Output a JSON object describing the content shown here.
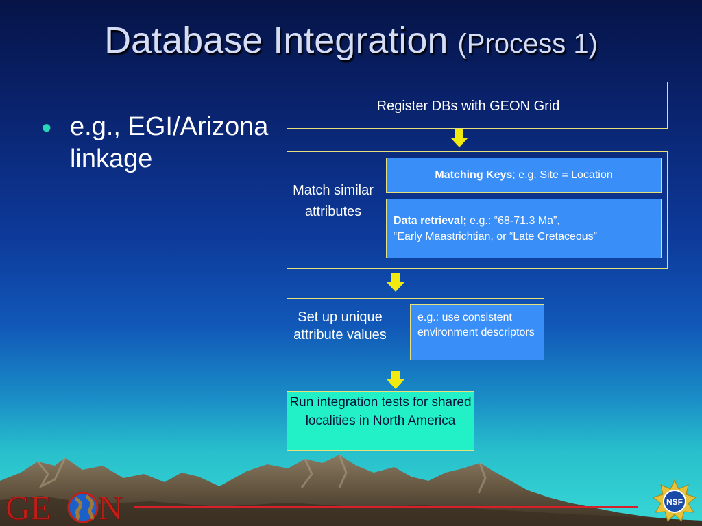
{
  "slide": {
    "title_main": "Database Integration",
    "title_sub": "(Process 1)",
    "bullet": "e.g., EGI/Arizona linkage"
  },
  "flow": {
    "step1": "Register DBs with GEON Grid",
    "step2": {
      "label": "Match similar attributes",
      "matching_keys_bold": "Matching Keys",
      "matching_keys_text": "; e.g. Site = Location",
      "data_retrieval_bold": "Data retrieval;",
      "data_retrieval_text_1": " e.g.: “68-71.3 Ma”,",
      "data_retrieval_text_2": "“Early Maastrichtian, or “Late Cretaceous”"
    },
    "step3": {
      "label": "Set up unique attribute values",
      "example": "e.g.: use consistent environment descriptors"
    },
    "step4": "Run integration tests for shared localities in North America"
  },
  "branding": {
    "logo_text_1": "GE",
    "logo_text_2": "N",
    "nsf_text": "NSF"
  },
  "colors": {
    "title": "#d4dcf6",
    "bullet_dot": "#27d8b8",
    "frame_border": "#e8e07a",
    "blue_box": "#3a8ef8",
    "green_box": "#22f0c6",
    "arrow": "#f0ea10",
    "rule_line": "#d8202a",
    "logo": "#c02018"
  },
  "icons": [
    "down-arrow-icon",
    "globe-icon",
    "nsf-seal-icon"
  ]
}
